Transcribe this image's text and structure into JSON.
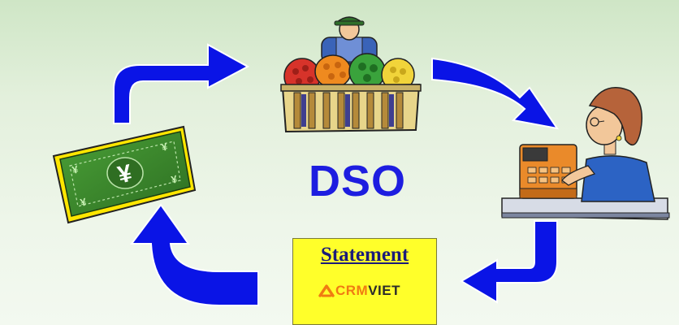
{
  "diagram": {
    "center_label": "DSO",
    "statement_label": "Statement",
    "brand": {
      "part1": "CRM",
      "part2": "VIET"
    },
    "currency_symbol": "¥",
    "colors": {
      "arrow": "#0a14e6",
      "arrow_outline": "#ffffff",
      "center_text": "#1d1de0",
      "statement_bg": "#ffff2a",
      "statement_text": "#1b1b7a",
      "brand_orange": "#f07b12",
      "brand_dark": "#2b2b2b",
      "banknote": "#3f8a2e",
      "banknote_border": "#ffe600"
    }
  },
  "nodes": [
    {
      "id": "market-vendor",
      "icon": "vendor-with-produce-stall-icon"
    },
    {
      "id": "cashier",
      "icon": "cashier-at-register-icon"
    },
    {
      "id": "statement",
      "icon": "statement-document-icon"
    },
    {
      "id": "money",
      "icon": "yen-banknote-icon"
    }
  ]
}
